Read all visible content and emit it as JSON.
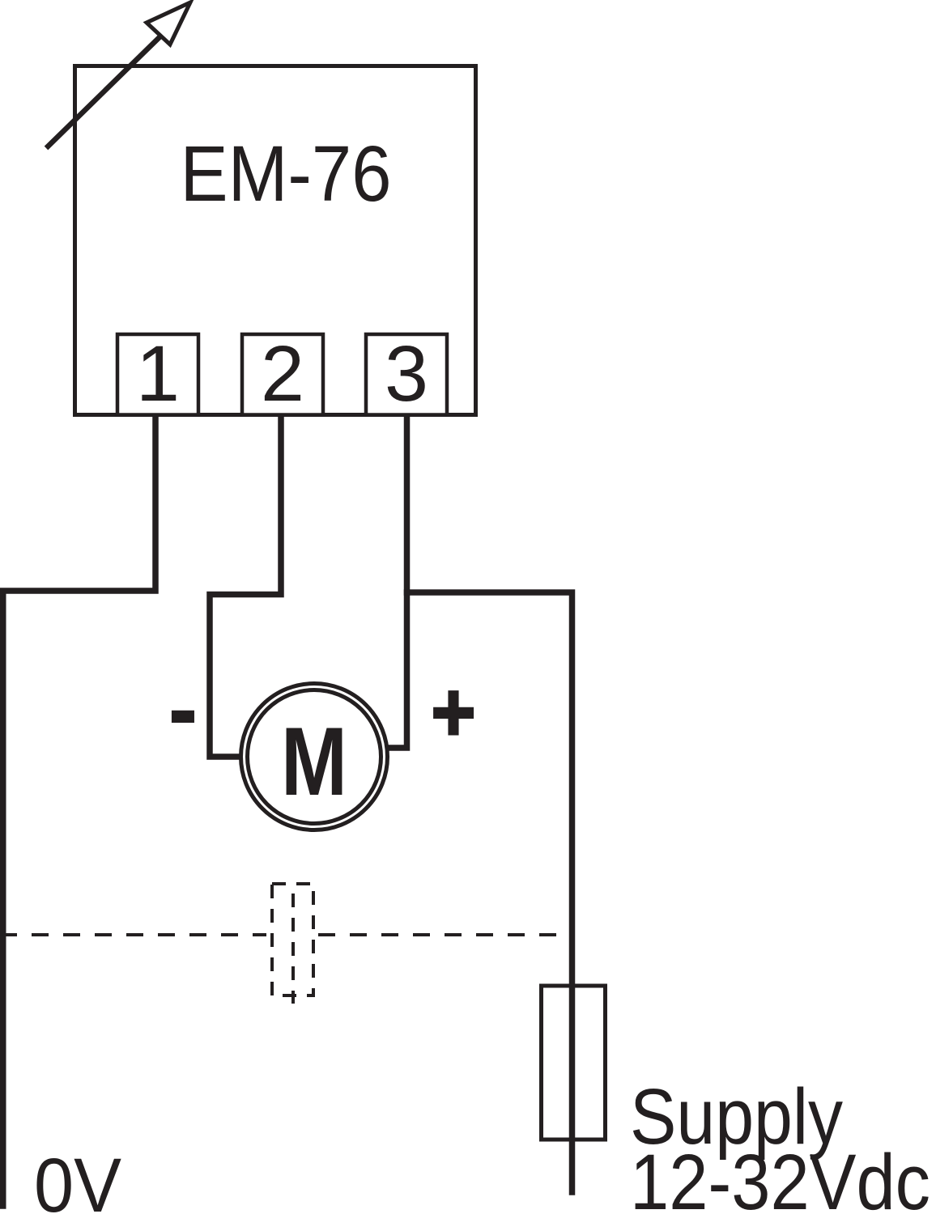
{
  "device": {
    "model_label": "EM-76"
  },
  "terminals": [
    {
      "label": "1"
    },
    {
      "label": "2"
    },
    {
      "label": "3"
    }
  ],
  "motor": {
    "label": "M",
    "negative_label": "-",
    "positive_label": "+"
  },
  "power": {
    "zero_volt_label": "0V",
    "supply_label": "Supply",
    "supply_voltage_label": "12-32Vdc"
  },
  "colors": {
    "line": "#231f20",
    "background": "#ffffff"
  },
  "icons": {
    "adjustment_arrow": "diagonal arrow through device box (adjustable)",
    "dc_motor": "double circle with M",
    "fuse": "rectangle over supply wire",
    "enclosure_boundary": "horizontal dashed line",
    "cable_entry": "dashed rectangle with dashed centerline"
  }
}
